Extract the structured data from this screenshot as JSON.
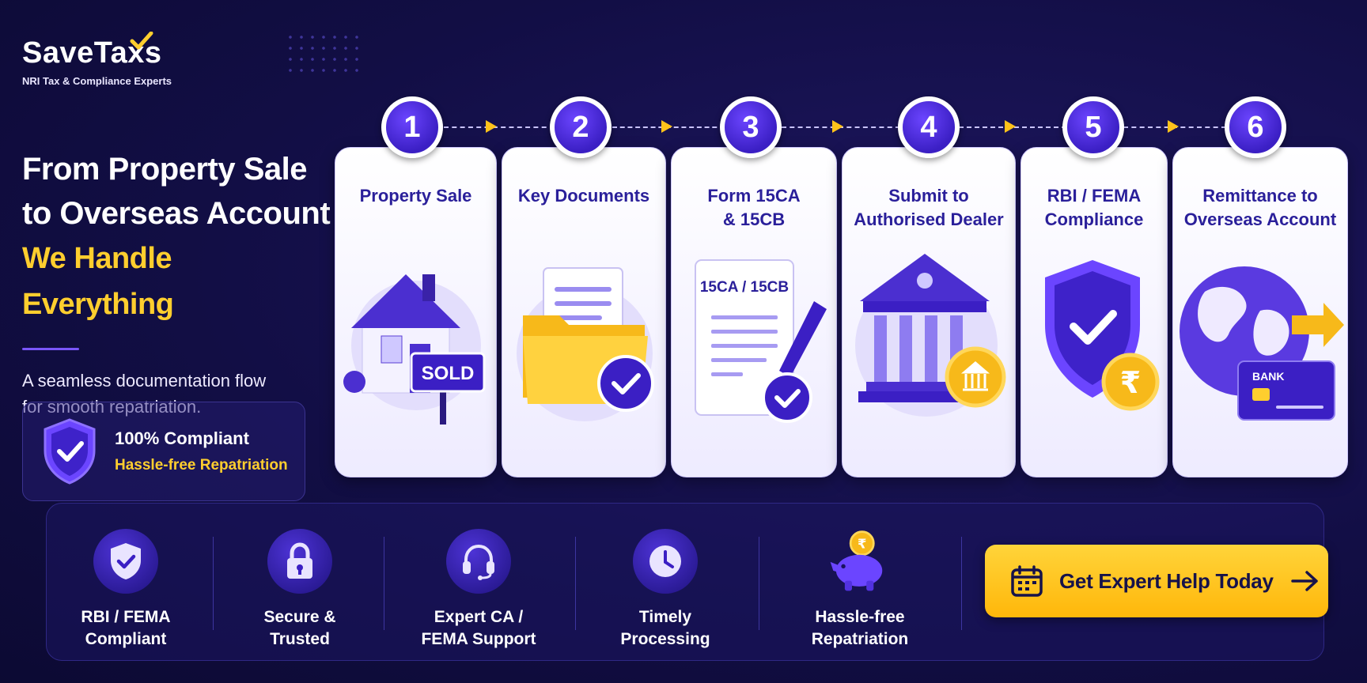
{
  "brand": {
    "name": "SaveTaxs",
    "tagline": "NRI Tax & Compliance Experts"
  },
  "hero": {
    "line1": "From Property Sale",
    "line2": "to Overseas Account",
    "highlight": "We Handle Everything",
    "description_line1": "A seamless documentation flow",
    "description_line2": "for smooth repatriation."
  },
  "compliance_badge": {
    "title": "100% Compliant",
    "subtitle": "Hassle-free Repatriation"
  },
  "steps": [
    {
      "number": "1",
      "title_line1": "Property Sale",
      "title_line2": "",
      "sign_text": "SOLD"
    },
    {
      "number": "2",
      "title_line1": "Key Documents",
      "title_line2": ""
    },
    {
      "number": "3",
      "title_line1": "Form 15CA",
      "title_line2": "& 15CB",
      "doc_text": "15CA / 15CB"
    },
    {
      "number": "4",
      "title_line1": "Submit to",
      "title_line2": "Authorised Dealer"
    },
    {
      "number": "5",
      "title_line1": "RBI / FEMA",
      "title_line2": "Compliance",
      "coin_symbol": "₹"
    },
    {
      "number": "6",
      "title_line1": "Remittance to",
      "title_line2": "Overseas Account",
      "card_text": "BANK"
    }
  ],
  "features": [
    {
      "label_line1": "RBI / FEMA",
      "label_line2": "Compliant",
      "icon": "shield-check-icon"
    },
    {
      "label_line1": "Secure &",
      "label_line2": "Trusted",
      "icon": "lock-icon"
    },
    {
      "label_line1": "Expert CA /",
      "label_line2": "FEMA Support",
      "icon": "headset-icon"
    },
    {
      "label_line1": "Timely",
      "label_line2": "Processing",
      "icon": "clock-icon"
    },
    {
      "label_line1": "Hassle-free",
      "label_line2": "Repatriation",
      "icon": "piggy-bank-icon",
      "coin_symbol": "₹"
    }
  ],
  "cta": {
    "label": "Get Expert Help Today"
  },
  "colors": {
    "background": "#120e45",
    "primary": "#3b1fc4",
    "accent": "#ffce2e",
    "card": "#ffffff",
    "card_text": "#2a1f9a"
  }
}
